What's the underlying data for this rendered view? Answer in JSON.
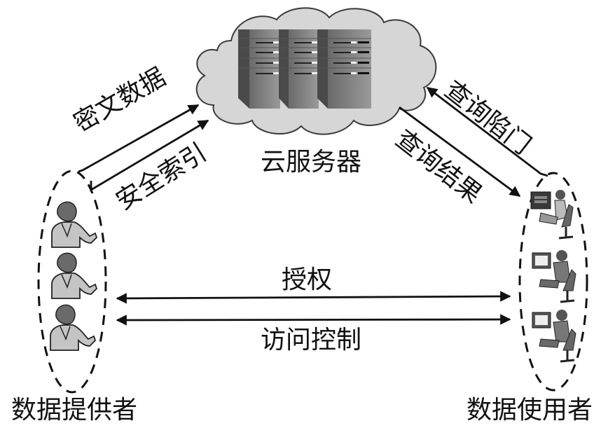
{
  "diagram": {
    "title": "",
    "nodes": {
      "cloud_server": {
        "label": "云服务器",
        "icon": "server-rack-icon",
        "count": 3
      },
      "data_provider": {
        "label": "数据提供者",
        "icon": "person-presenting-icon",
        "count": 3
      },
      "data_user": {
        "label": "数据使用者",
        "icon": "person-at-computer-icon",
        "count": 3
      }
    },
    "edges": {
      "ciphertext": {
        "label": "密文数据",
        "from": "数据提供者",
        "to": "云服务器"
      },
      "secure_index": {
        "label": "安全索引",
        "from": "数据提供者",
        "to": "云服务器"
      },
      "query_trapdoor": {
        "label": "查询陷门",
        "from": "数据使用者",
        "to": "云服务器"
      },
      "query_result": {
        "label": "查询结果",
        "from": "云服务器",
        "to": "数据使用者"
      },
      "authorization": {
        "label": "授权",
        "from": "数据提供者",
        "to": "数据使用者",
        "bidirectional": true
      },
      "access_control": {
        "label": "访问控制",
        "from": "数据提供者",
        "to": "数据使用者",
        "bidirectional": true
      }
    },
    "colors": {
      "cloud_fill": "#d6d6d6",
      "cloud_stroke": "#3a3a3a",
      "server_dark": "#4a4a4a",
      "server_mid": "#7a7a7a",
      "arrow": "#111111",
      "person_fill": "#c4c4c4"
    }
  }
}
